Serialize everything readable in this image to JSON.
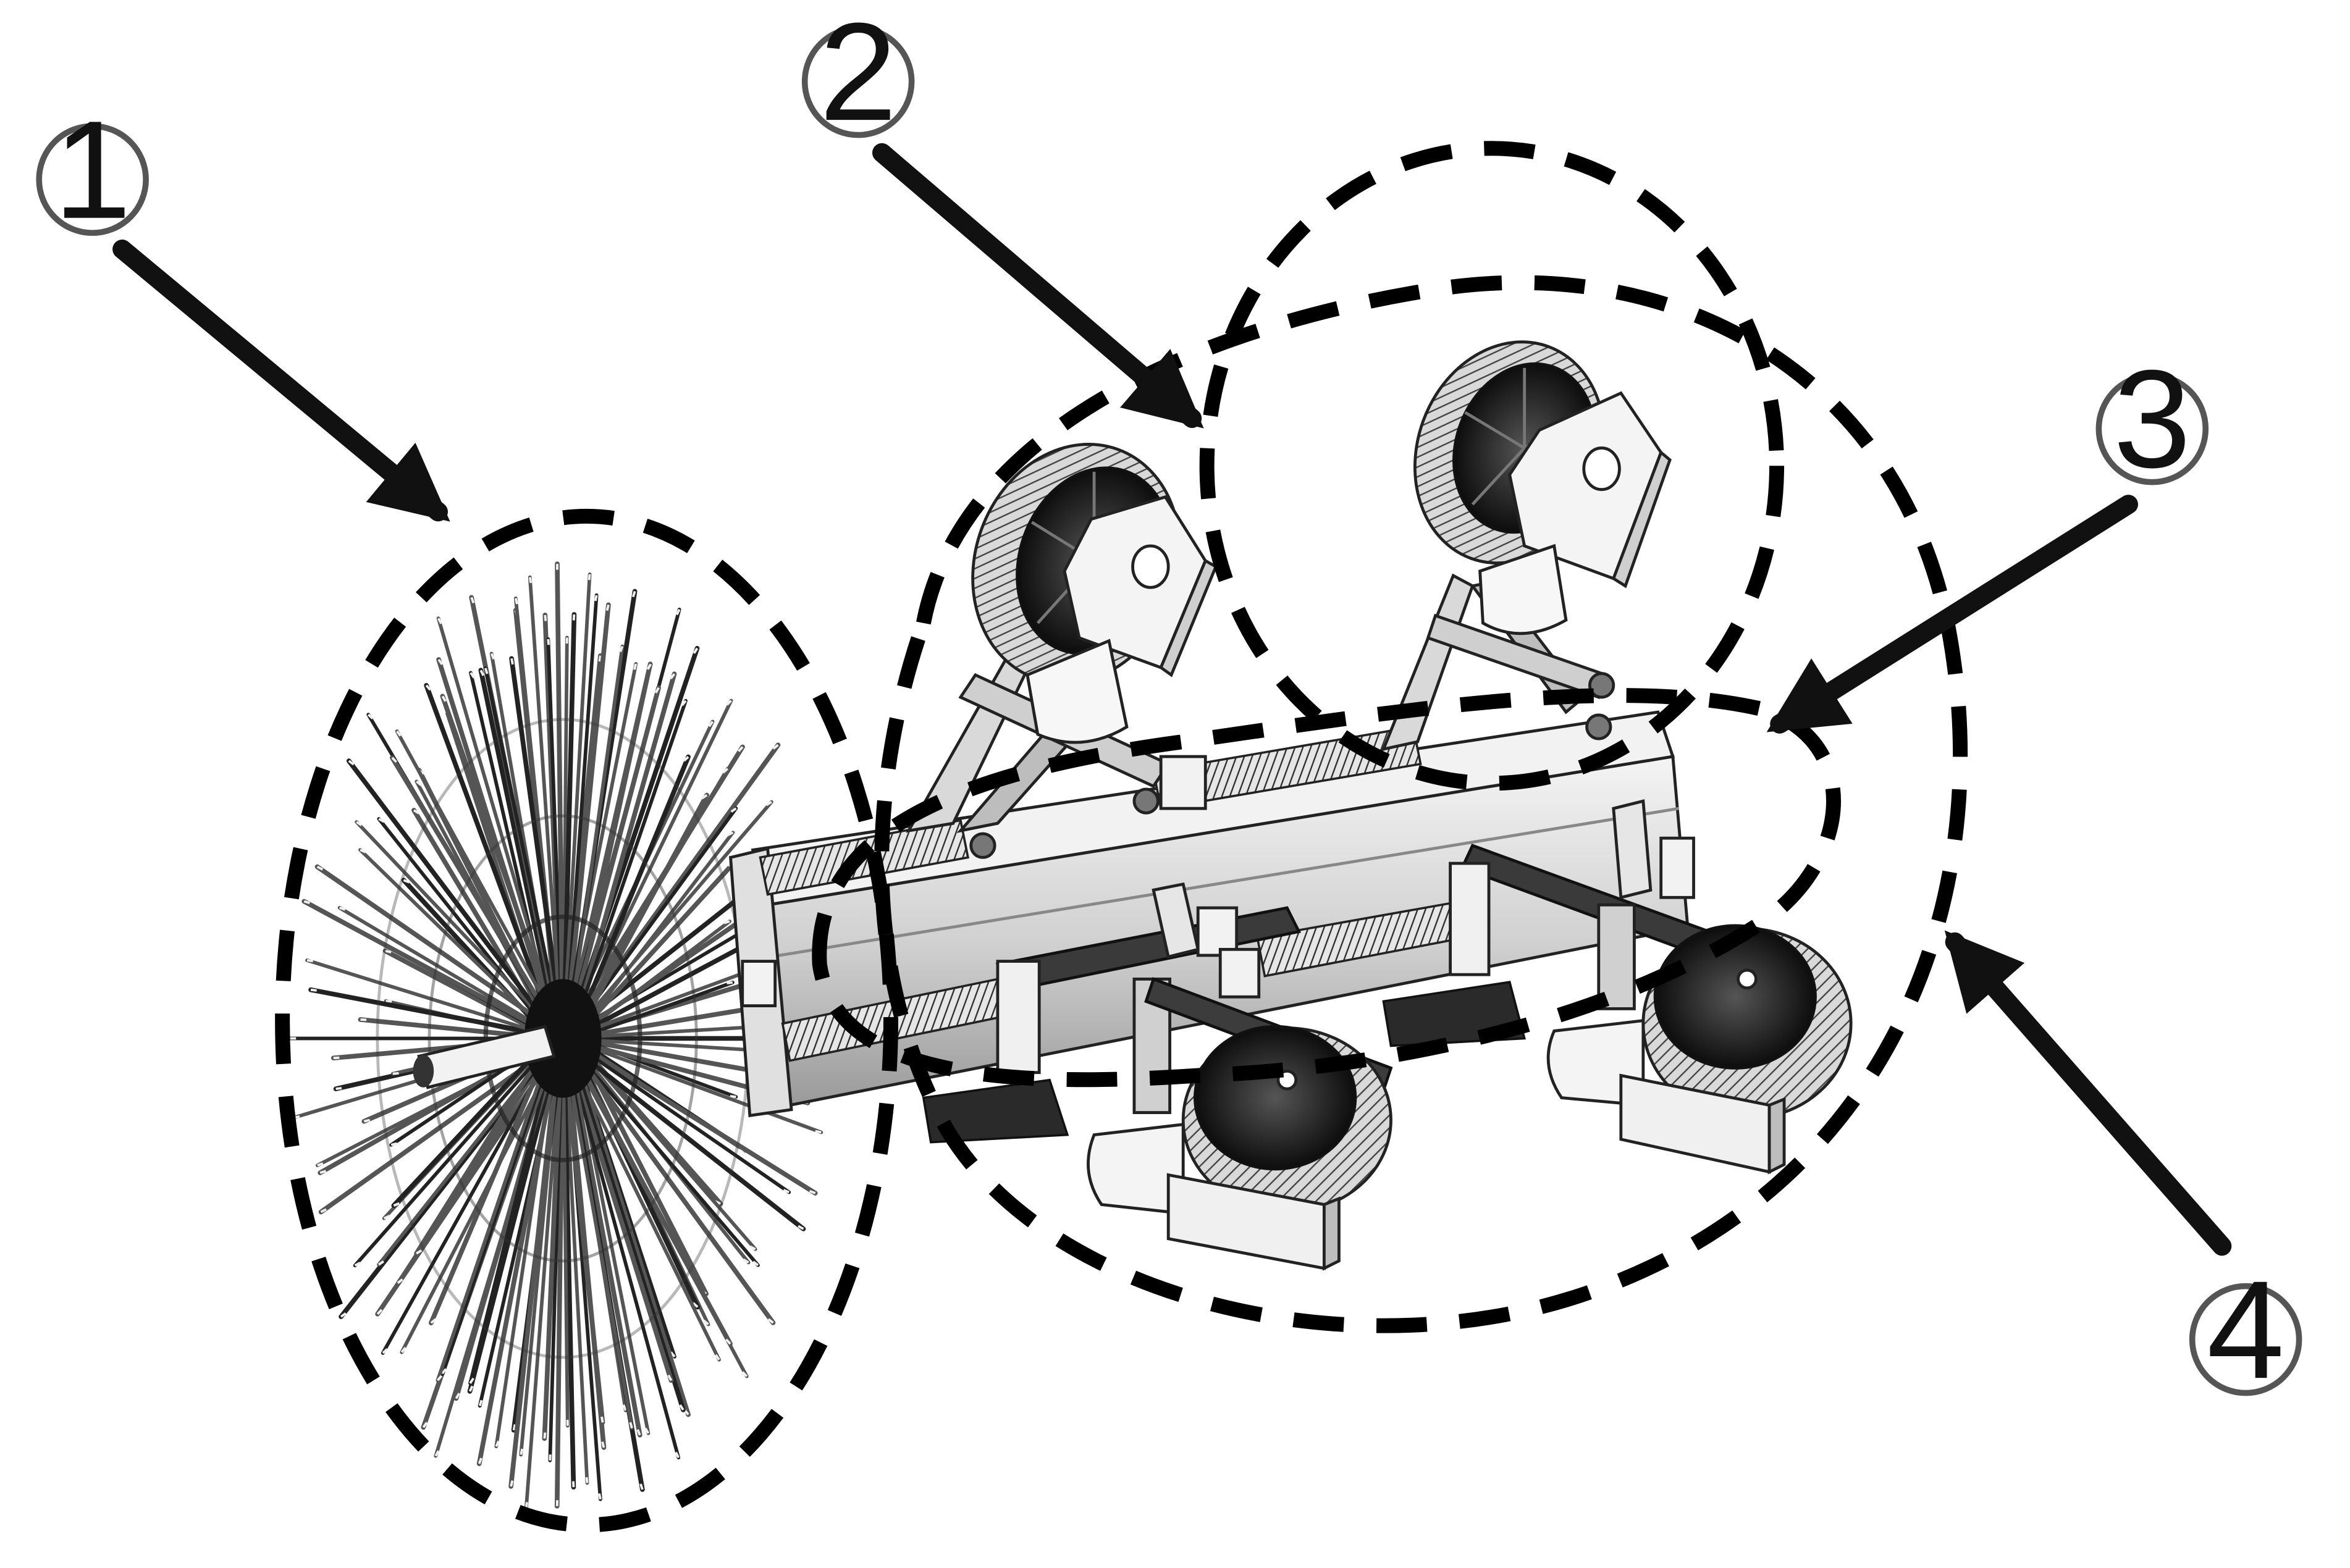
{
  "figure": {
    "callouts": [
      {
        "label": "1"
      },
      {
        "label": "2"
      },
      {
        "label": "3"
      },
      {
        "label": "4"
      }
    ],
    "icons": [
      "rotary-brush-icon",
      "drive-wheel-icon",
      "motor-icon",
      "spring-icon",
      "chassis-icon"
    ]
  }
}
